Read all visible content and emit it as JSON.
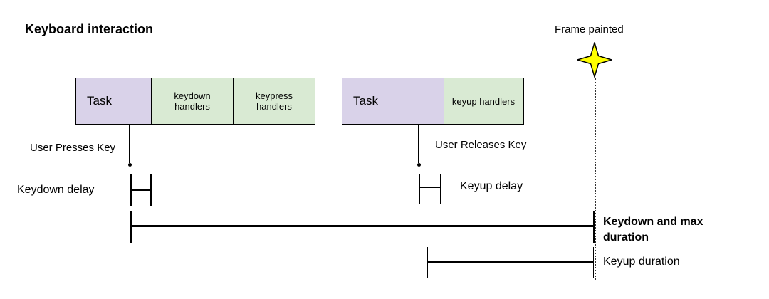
{
  "title": "Keyboard interaction",
  "frame": {
    "label": "Frame painted",
    "star_color": "#ffff00",
    "star_stroke": "#000000"
  },
  "colors": {
    "task_fill": "#d9d2e9",
    "handler_fill": "#d9ead3",
    "line": "#000000"
  },
  "keydown_timeline": {
    "task_label": "Task",
    "handlers": [
      "keydown\nhandlers",
      "keypress\nhandlers"
    ],
    "event_label": "User Presses Key",
    "delay_label": "Keydown delay",
    "duration_label": "Keydown and max duration"
  },
  "keyup_timeline": {
    "task_label": "Task",
    "handlers": [
      "keyup handlers"
    ],
    "event_label": "User Releases Key",
    "delay_label": "Keyup delay",
    "duration_label": "Keyup duration"
  }
}
